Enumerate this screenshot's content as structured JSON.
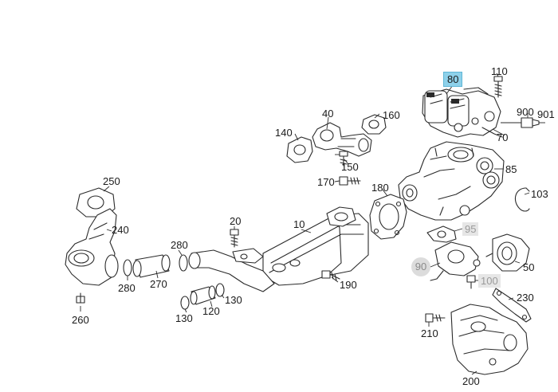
{
  "diagram": {
    "callouts": [
      {
        "id": "c80",
        "text": "80",
        "style": "highlight",
        "interactable": true
      },
      {
        "id": "c110",
        "text": "110"
      },
      {
        "id": "c900",
        "text": "900"
      },
      {
        "id": "c901",
        "text": "901"
      },
      {
        "id": "c70",
        "text": "70"
      },
      {
        "id": "c40",
        "text": "40"
      },
      {
        "id": "c160",
        "text": "160"
      },
      {
        "id": "c140",
        "text": "140"
      },
      {
        "id": "c150",
        "text": "150"
      },
      {
        "id": "c170",
        "text": "170"
      },
      {
        "id": "c85",
        "text": "85"
      },
      {
        "id": "c180",
        "text": "180"
      },
      {
        "id": "c103",
        "text": "103"
      },
      {
        "id": "c250",
        "text": "250"
      },
      {
        "id": "c240",
        "text": "240"
      },
      {
        "id": "c20",
        "text": "20"
      },
      {
        "id": "c10",
        "text": "10"
      },
      {
        "id": "c95",
        "text": "95",
        "style": "greybox"
      },
      {
        "id": "c280a",
        "text": "280"
      },
      {
        "id": "c280b",
        "text": "280"
      },
      {
        "id": "c270",
        "text": "270"
      },
      {
        "id": "c90",
        "text": "90",
        "style": "circle"
      },
      {
        "id": "c50",
        "text": "50"
      },
      {
        "id": "c190",
        "text": "190"
      },
      {
        "id": "c100",
        "text": "100",
        "style": "greybox"
      },
      {
        "id": "c130a",
        "text": "130"
      },
      {
        "id": "c120",
        "text": "120"
      },
      {
        "id": "c130b",
        "text": "130"
      },
      {
        "id": "c230",
        "text": "230"
      },
      {
        "id": "c260",
        "text": "260"
      },
      {
        "id": "c210",
        "text": "210"
      },
      {
        "id": "c200",
        "text": "200"
      }
    ]
  },
  "colors": {
    "highlight": "#8ed1ea",
    "grey_label": "#9a9a9a",
    "line": "#2a2a2a"
  }
}
